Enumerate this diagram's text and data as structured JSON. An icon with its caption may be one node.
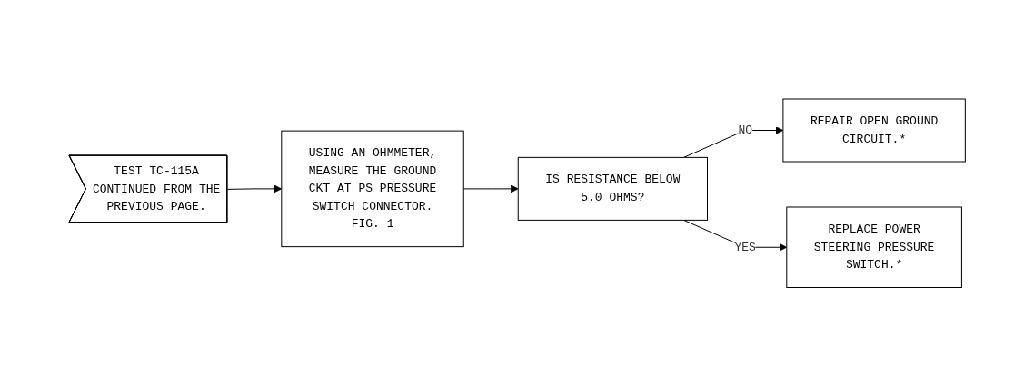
{
  "diagram": {
    "nodes": [
      {
        "text": [
          "TEST TC-115A CONTINUED FROM THE PREVIOUS PAGE."
        ]
      },
      {
        "text": [
          "USING AN OHMMETER, MEASURE THE GROUND CKT AT PS PRESSURE SWITCH CONNECTOR. FIG. 1"
        ]
      },
      {
        "text": [
          "IS RESISTANCE BELOW 5.0 OHMS?"
        ]
      },
      {
        "text": [
          "REPAIR OPEN GROUND CIRCUIT.*"
        ]
      },
      {
        "text": [
          "REPLACE POWER STEERING PRESSURE SWITCH.*"
        ]
      }
    ],
    "edges": [
      {
        "from": 0,
        "to": 1,
        "arrow": "to"
      },
      {
        "from": 1,
        "to": 2,
        "arrow": "to"
      },
      {
        "from": 2,
        "to": 3,
        "arrow": "to",
        "label": "NO"
      },
      {
        "from": 2,
        "to": 4,
        "arrow": "to",
        "label": "YES"
      }
    ]
  }
}
